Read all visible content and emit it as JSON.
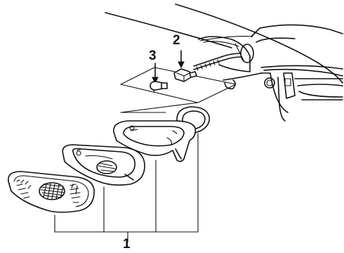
{
  "callouts": {
    "lens_assembly": "1",
    "socket": "2",
    "bulb": "3"
  },
  "colors": {
    "line_art": "#111111",
    "background": "#ffffff"
  }
}
